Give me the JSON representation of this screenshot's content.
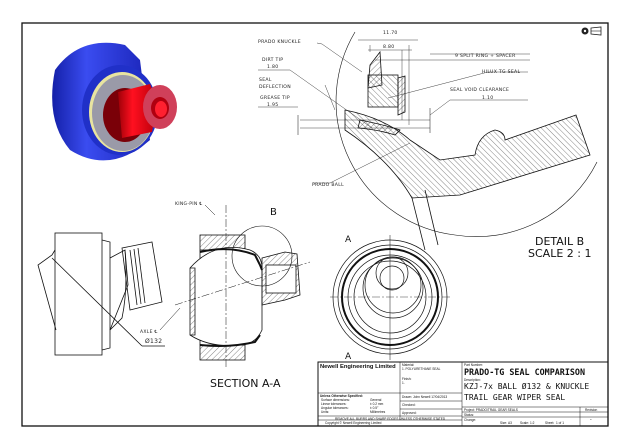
{
  "drawing": {
    "corner_icons": [
      "third-angle-projection-icon"
    ],
    "detail_callout_letter": "B",
    "section_letters": [
      "A",
      "A"
    ],
    "section_title": "SECTION A-A",
    "detail_title": "DETAIL B",
    "detail_scale": "SCALE 2 : 1",
    "annotations": {
      "prado_knuckle": "PRADO KNUCKLE",
      "dirt_tip": "DIRT TIP",
      "dirt_tip_value": "1.80",
      "seal_deflection_1": "SEAL",
      "seal_deflection_2": "DEFLECTION",
      "grease_tip": "GREASE TIP",
      "grease_tip_value": "1.95",
      "dim_1170": "11.70",
      "dim_880": "8.80",
      "split_ring": "9 SPLIT RING + SPACER",
      "hilux_seal": "HILUX TG SEAL",
      "seal_void": "SEAL VOID CLEARANCE",
      "seal_void_value": "1.10",
      "prado_ball": "PRADO BALL",
      "king_pin": "KING-PIN ℄",
      "axle": "AXLE ℄",
      "diameter": "Ø132"
    },
    "colors": {
      "housing": "#1f2fd0",
      "ball": "#e00010",
      "ring": "#e8e4a0",
      "gray_face": "#9a9aa8"
    }
  },
  "title_block": {
    "company": "Newell Engineering Limited",
    "material_label": "Material:",
    "material_value": "1. POLYURETHANE SEAL",
    "finish_label": "Finish:",
    "finish_value": "1.",
    "tolerances_title": "Unless Otherwise Specified:",
    "tolerance_lines": [
      "Surface dimensions:",
      "Linear tolerances:",
      "Angular tolerances:",
      "Units:"
    ],
    "tolerance_values": [
      "General",
      "± 0.2 mm",
      "± 0.5°",
      "Millimetres"
    ],
    "drawn": "Drawn: John Newell  17/04/2013",
    "checked": "Checked:",
    "approved": "Approved:",
    "remove_burrs": "REMOVE ALL BURRS AND SHARP EDGES UNLESS OTHERWISE STATED",
    "copyright": "Copyright © Newell Engineering Limited",
    "part_number_label": "Part Number:",
    "part_number": "PRADO-TG SEAL COMPARISON",
    "description_label": "Description:",
    "description_1": "KZJ-7x BALL Ø132 & KNUCKLE",
    "description_2": "TRAIL GEAR WIPER SEAL",
    "project": "Project: PRADO/TRAIL GEAR SEALS",
    "revision_label": "Revision",
    "revision_value": "-",
    "status_label": "Status:",
    "change_label": "Change:",
    "sheet_label": "Sheet:",
    "sheet_value": "1 of 1",
    "size_label": "Size:",
    "size_value": "A3",
    "scale_label": "Scale:",
    "scale_value": "1:2"
  }
}
